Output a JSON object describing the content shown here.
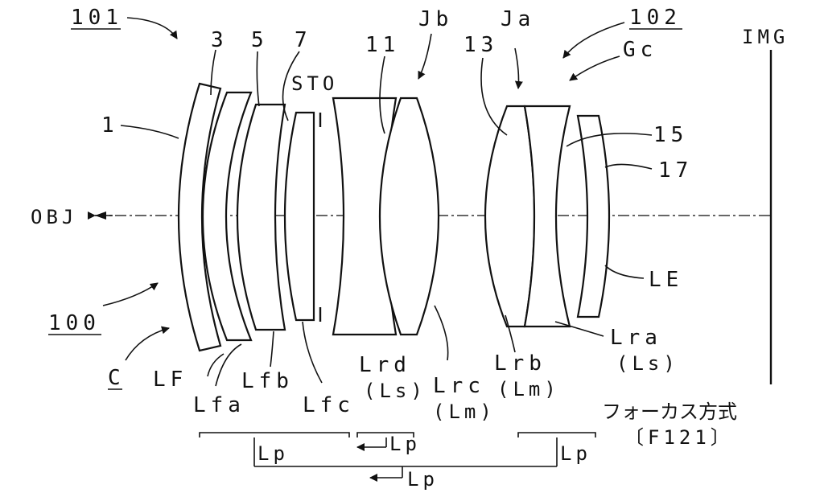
{
  "labels": {
    "l101": "101",
    "l102": "102",
    "l100": "100",
    "lC": "C",
    "l3": "3",
    "l5": "5",
    "l7": "7",
    "l1": "1",
    "l11": "11",
    "l13": "13",
    "l15": "15",
    "l17": "17",
    "lJb": "Jb",
    "lJa": "Ja",
    "lGc": "Gc",
    "lSTO": "STO",
    "lIMG": "IMG",
    "lOBJ": "OBJ",
    "lLE": "LE",
    "lLF": "LF",
    "lLfa": "Lfa",
    "lLfb": "Lfb",
    "lLfc": "Lfc",
    "lLrd": "Lrd",
    "lLrdS": "(Ls)",
    "lLrc": "Lrc",
    "lLrcM": "(Lm)",
    "lLrb": "Lrb",
    "lLrbM": "(Lm)",
    "lLra": "Lra",
    "lLraS": "(Ls)",
    "focus_title": "フォーカス方式",
    "focus_code": "〔F121〕",
    "lp1": "Lp",
    "lp2": "Lp",
    "lp3": "Lp",
    "lp4": "Lp"
  }
}
